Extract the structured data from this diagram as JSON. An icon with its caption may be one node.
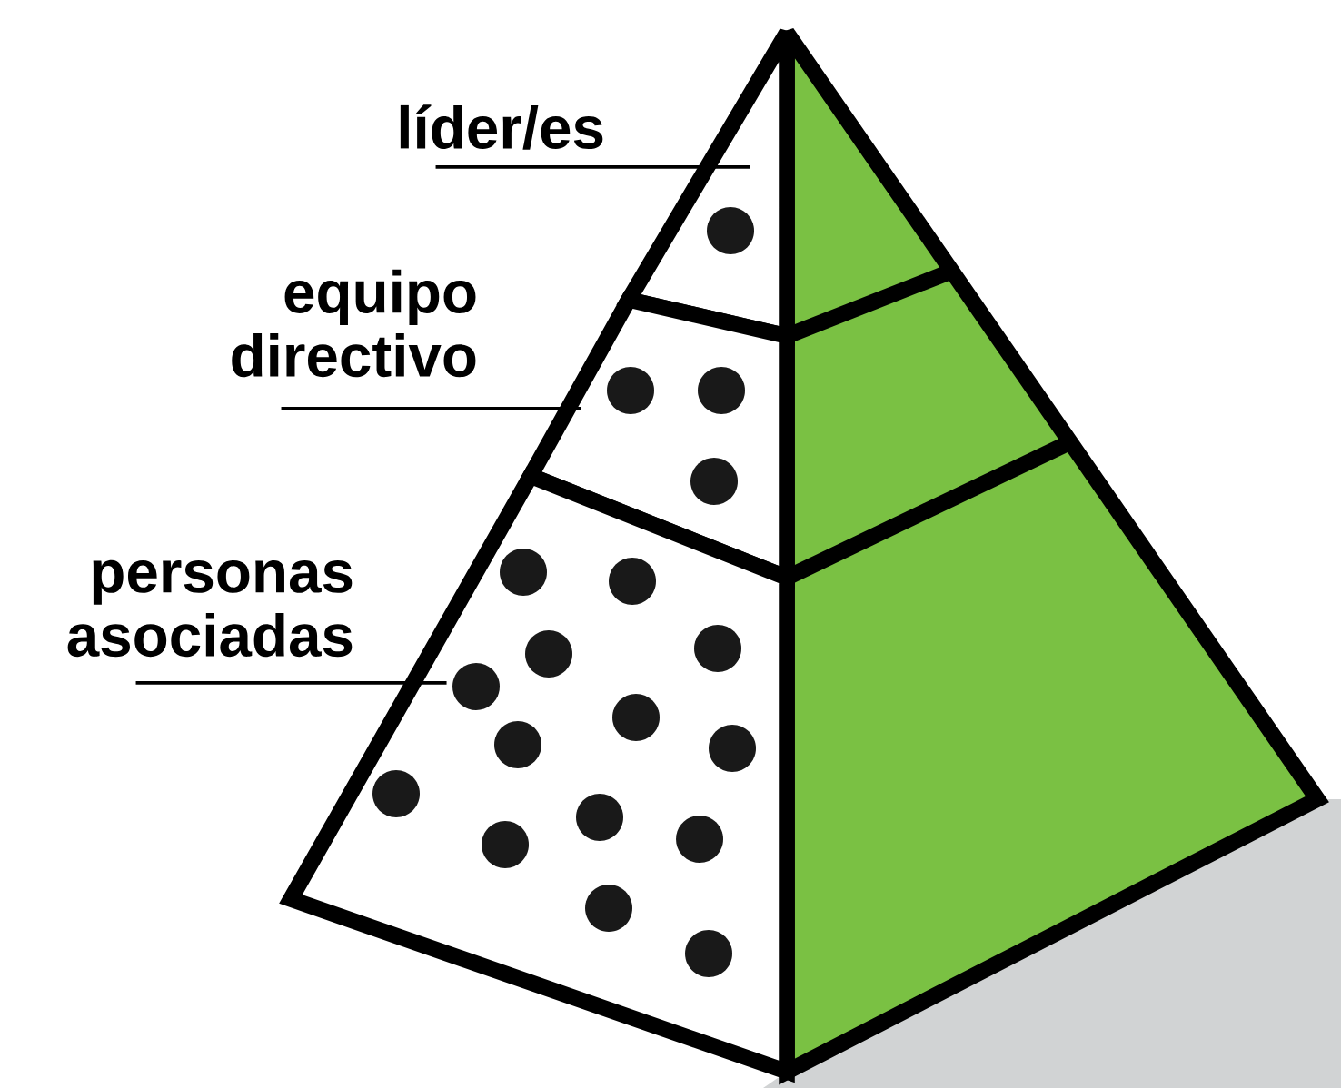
{
  "diagram": {
    "nodes": [
      {
        "text": [
          "líder/es"
        ]
      },
      {
        "text": [
          "equipo directivo"
        ]
      },
      {
        "text": [
          "personas asociadas"
        ]
      },
      {
        "text": [],
        "shape": "triangle"
      },
      {
        "text": [],
        "shape": "band"
      },
      {
        "text": [],
        "shape": "band"
      }
    ],
    "edges": [
      {
        "from": 0,
        "to": 3,
        "arrow": "none"
      },
      {
        "from": 1,
        "to": 4,
        "arrow": "none"
      },
      {
        "from": 2,
        "to": 5,
        "arrow": "none"
      }
    ]
  }
}
